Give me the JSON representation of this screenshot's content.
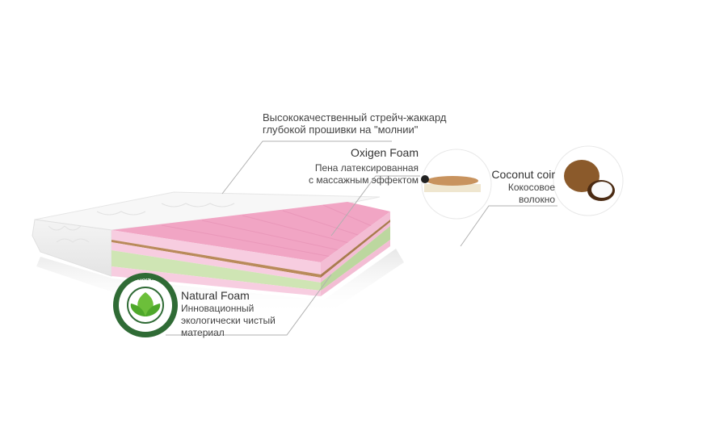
{
  "cover": {
    "line1": "Высококачественный стрейч-жаккард",
    "line2": "глубокой прошивки на \"молнии\""
  },
  "oxigen_foam": {
    "title": "Oxigen Foam",
    "line1": "Пена латексированная",
    "line2": "с массажным эффектом"
  },
  "coconut_coir": {
    "title": "Coconut coir",
    "line1": "Кокосовое",
    "line2": "волокно"
  },
  "natural_foam": {
    "title": "Natural Foam",
    "line1": "Инновационный",
    "line2": "экологически чистый",
    "line3": "материал"
  },
  "badge": {
    "text": "NATURAL 100%"
  },
  "colors": {
    "pink": "#f4a9c8",
    "light_pink": "#f7cde0",
    "green": "#cfe5b4",
    "coir": "#b98a5a",
    "line": "#b0b0b0"
  }
}
